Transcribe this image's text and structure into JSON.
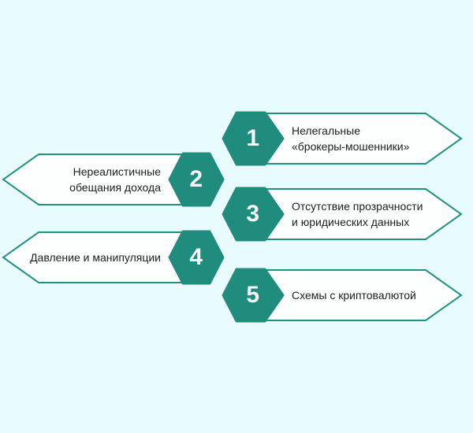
{
  "colors": {
    "background": "#e8fcfd",
    "accent_teal": "#1f8c7d",
    "banner_border": "#229180",
    "banner_fill": "#fdfffe",
    "number_text": "#f6f9f8",
    "label_text": "#1d1d1d"
  },
  "items": [
    {
      "num": "1",
      "direction": "right",
      "line1": "Нелегальные",
      "line2": "«брокеры-мошенники»"
    },
    {
      "num": "2",
      "direction": "left",
      "line1": "Нереалистичные",
      "line2": "обещания дохода"
    },
    {
      "num": "3",
      "direction": "right",
      "line1": "Отсутствие прозрачности",
      "line2": "и юридических данных"
    },
    {
      "num": "4",
      "direction": "left",
      "line1": "Давление и манипуляции",
      "line2": ""
    },
    {
      "num": "5",
      "direction": "right",
      "line1": "Схемы с криптовалютой",
      "line2": ""
    }
  ]
}
